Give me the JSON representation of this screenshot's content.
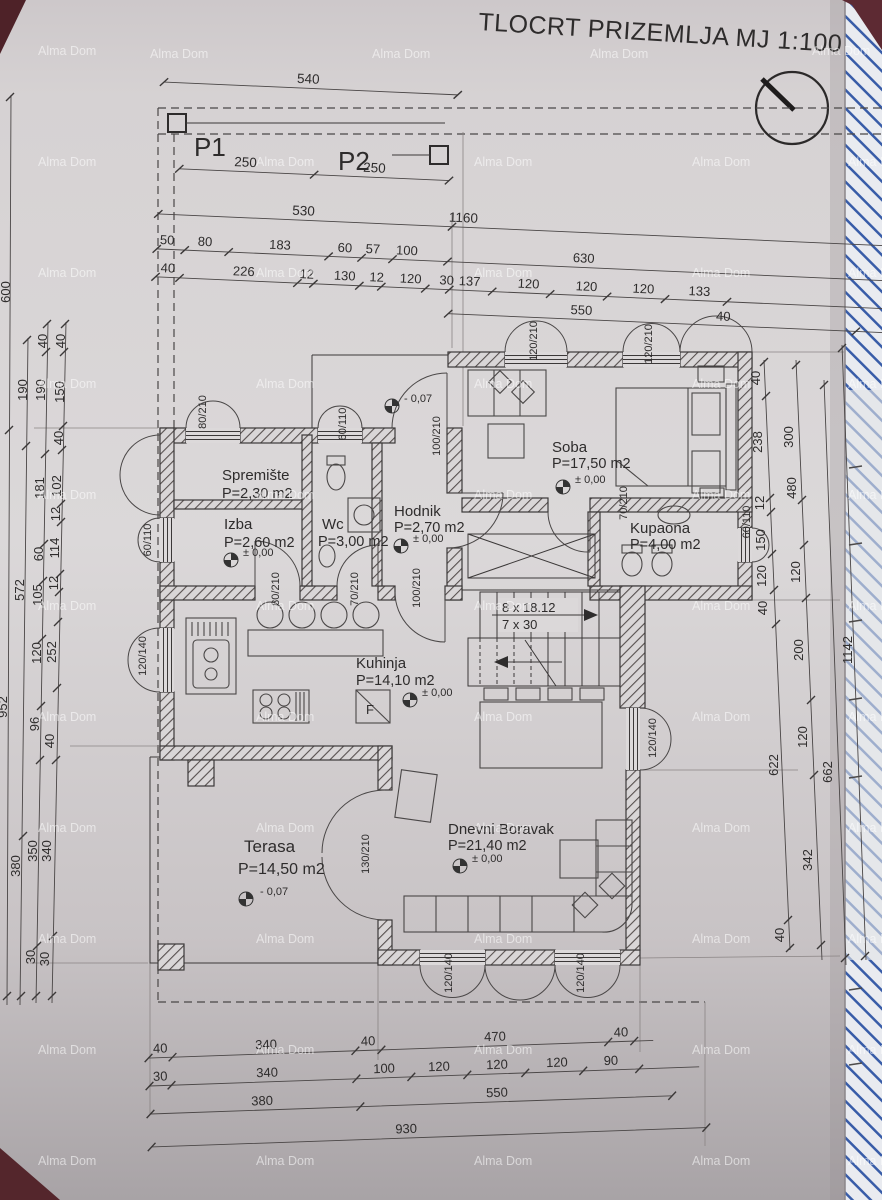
{
  "title": "TLOCRT PRIZEMLJA  MJ 1:100",
  "watermark": "Alma Dom",
  "posts": {
    "p1": "P1",
    "p2": "P2"
  },
  "stairs": {
    "riser": "8 x 18.12",
    "tread": "7 x 30"
  },
  "levels": {
    "zero": "± 0,00",
    "minus": "- 0,07"
  },
  "appliances": {
    "fridge": "F"
  },
  "rooms": {
    "spremiste": {
      "name": "Spremište",
      "area": "P=2,30 m2"
    },
    "izba": {
      "name": "Izba",
      "area": "P=2,60 m2"
    },
    "wc": {
      "name": "Wc",
      "area": "P=3,00 m2"
    },
    "hodnik": {
      "name": "Hodnik",
      "area": "P=2,70 m2"
    },
    "soba": {
      "name": "Soba",
      "area": "P=17,50 m2"
    },
    "kupaona": {
      "name": "Kupaona",
      "area": "P=4,00 m2"
    },
    "kuhinja": {
      "name": "Kuhinja",
      "area": "P=14,10 m2"
    },
    "dnevni": {
      "name": "Dnevni Boravak",
      "area": "P=21,40 m2"
    },
    "terasa": {
      "name": "Terasa",
      "area": "P=14,50 m2"
    }
  },
  "openings": {
    "o80_210": "80/210",
    "o60_110": "60/110",
    "o100_210": "100/210",
    "o120_210": "120/210",
    "o70_210": "70/210",
    "o120_140": "120/140",
    "o130_210": "130/210"
  },
  "dims": {
    "top": {
      "w540": "540",
      "w250a": "250",
      "w250b": "250",
      "w530": "530",
      "w1160": "1160",
      "w630": "630",
      "row1": [
        "50",
        "80",
        "183",
        "60",
        "57",
        "100"
      ],
      "row2": [
        "40",
        "226",
        "12",
        "130",
        "12",
        "120",
        "30"
      ],
      "row3": [
        "137",
        "120",
        "120",
        "120",
        "133"
      ],
      "w550": "550",
      "w40": "40"
    },
    "bottom": {
      "row1": [
        "40",
        "340",
        "40",
        "470",
        "40"
      ],
      "row2": [
        "30",
        "340",
        "100",
        "120",
        "120",
        "120",
        "90"
      ],
      "row3": [
        "380",
        "550"
      ],
      "total": "930"
    },
    "left": {
      "c1": [
        "600",
        "952"
      ],
      "c2": [
        "190",
        "572",
        "380"
      ],
      "c3": [
        "40",
        "190",
        "181",
        "60",
        "105",
        "120",
        "96",
        "350",
        "30"
      ],
      "c4": [
        "40",
        "150",
        "40",
        "102",
        "12",
        "114",
        "12",
        "252",
        "40",
        "340",
        "30"
      ]
    },
    "right": {
      "c1": [
        "40",
        "238",
        "12",
        "150",
        "120",
        "40",
        "622",
        "40"
      ],
      "c2": [
        "300",
        "480",
        "120",
        "200",
        "120",
        "342"
      ],
      "c3": [
        "662"
      ],
      "c4": [
        "1142"
      ]
    }
  }
}
